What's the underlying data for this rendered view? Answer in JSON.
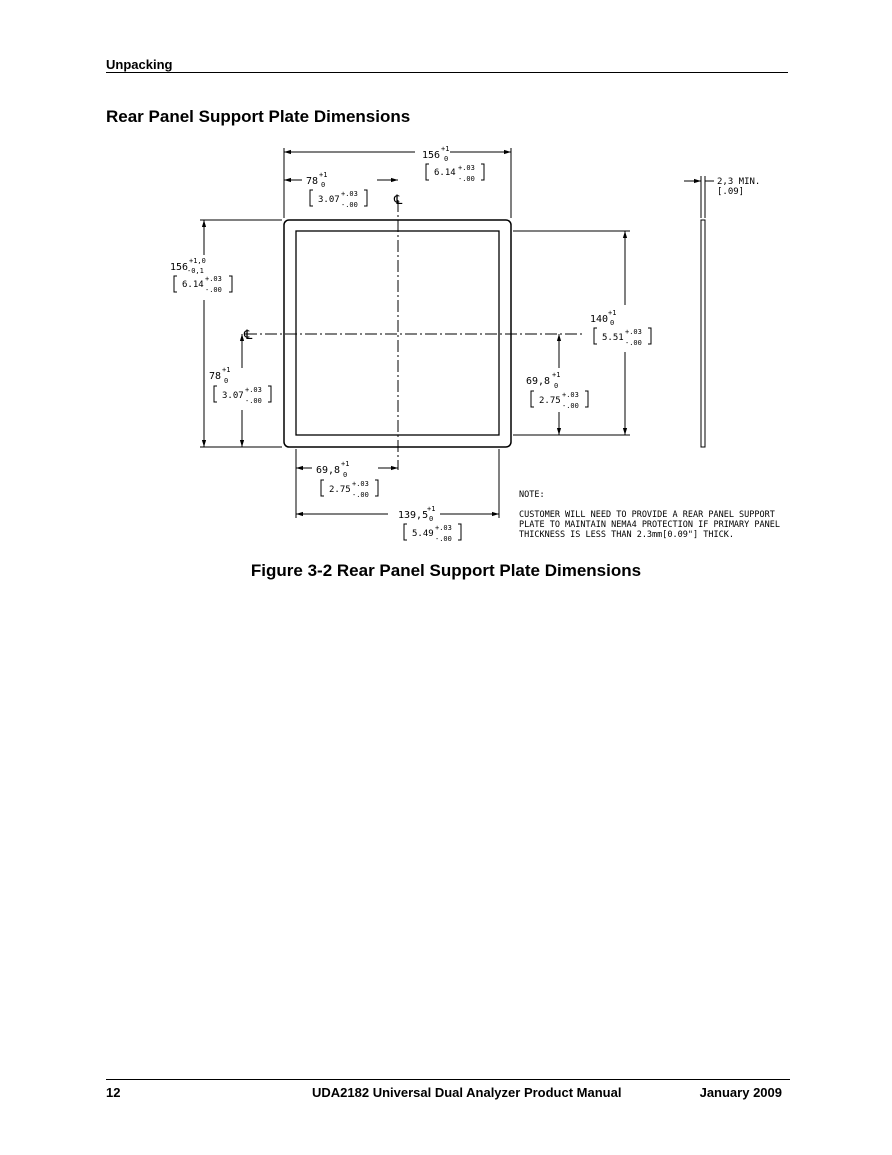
{
  "header": {
    "section": "Unpacking"
  },
  "title": "Rear Panel Support Plate Dimensions",
  "drawing": {
    "top_overall": {
      "main": "156",
      "sup": "+1",
      "sub": "0",
      "inch": "6.14",
      "inch_sup": "+.03",
      "inch_sub": "-.00"
    },
    "top_half": {
      "main": "78",
      "sup": "+1",
      "sub": "0",
      "inch": "3.07",
      "inch_sup": "+.03",
      "inch_sub": "-.00"
    },
    "left_overall": {
      "main": "156",
      "sup": "+1,0",
      "sub": "-0,1",
      "inch": "6.14",
      "inch_sup": "+.03",
      "inch_sub": "-.00"
    },
    "left_half": {
      "main": "78",
      "sup": "+1",
      "sub": "0",
      "inch": "3.07",
      "inch_sup": "+.03",
      "inch_sub": "-.00"
    },
    "right_inner": {
      "main": "140",
      "sup": "+1",
      "sub": "0",
      "inch": "5.51",
      "inch_sup": "+.03",
      "inch_sub": "-.00"
    },
    "right_half": {
      "main": "69,8",
      "sup": "+1",
      "sub": "0",
      "inch": "2.75",
      "inch_sup": "+.03",
      "inch_sub": "-.00"
    },
    "bottom_half": {
      "main": "69,8",
      "sup": "+1",
      "sub": "0",
      "inch": "2.75",
      "inch_sup": "+.03",
      "inch_sub": "-.00"
    },
    "bottom_inner": {
      "main": "139,5",
      "sup": "+1",
      "sub": "0",
      "inch": "5.49",
      "inch_sup": "+.03",
      "inch_sub": "-.00"
    },
    "thickness": {
      "main": "2,3  MIN.",
      "inch": "[.09]"
    },
    "centerline_symbol": "℄",
    "note_label": "NOTE:",
    "note_lines": [
      "CUSTOMER WILL NEED TO PROVIDE A REAR PANEL SUPPORT",
      "PLATE TO MAINTAIN NEMA4 PROTECTION IF PRIMARY PANEL",
      "THICKNESS IS LESS THAN 2.3mm[0.09\"] THICK."
    ]
  },
  "caption": "Figure 3-2 Rear Panel Support Plate Dimensions",
  "footer": {
    "page": "12",
    "manual": "UDA2182 Universal Dual Analyzer Product Manual",
    "date": "January 2009"
  }
}
